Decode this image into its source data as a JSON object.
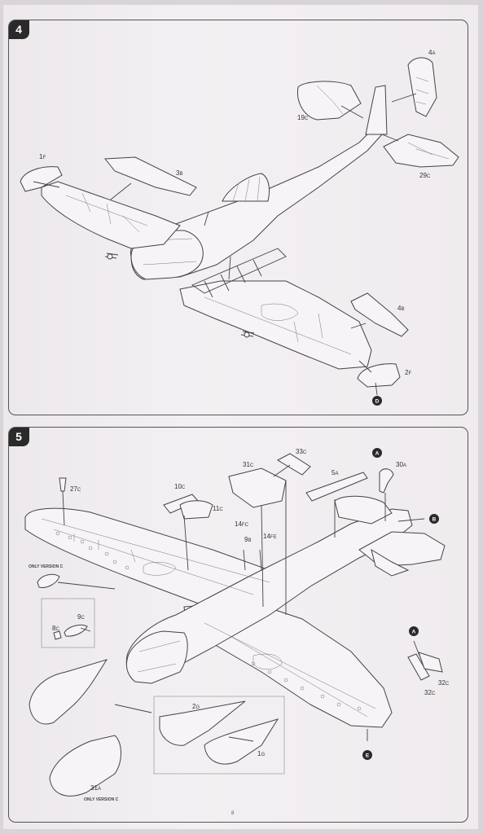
{
  "steps": [
    {
      "number": "4"
    },
    {
      "number": "5"
    }
  ],
  "step4": {
    "labels": [
      {
        "num": "1",
        "sub": "F"
      },
      {
        "num": "3",
        "sub": "B"
      },
      {
        "num": "19",
        "sub": "C"
      },
      {
        "num": "4",
        "sub": "A"
      },
      {
        "num": "29",
        "sub": "C"
      },
      {
        "num": "4",
        "sub": "B"
      },
      {
        "num": "2",
        "sub": "F"
      }
    ],
    "markers": [
      "D"
    ]
  },
  "step5": {
    "labels": [
      {
        "num": "27",
        "sub": "C"
      },
      {
        "num": "10",
        "sub": "C"
      },
      {
        "num": "11",
        "sub": "C"
      },
      {
        "num": "31",
        "sub": "C"
      },
      {
        "num": "33",
        "sub": "C"
      },
      {
        "num": "5",
        "sub": "A"
      },
      {
        "num": "30",
        "sub": "A"
      },
      {
        "num": "14",
        "sub": "FC"
      },
      {
        "num": "14",
        "sub": "FE"
      },
      {
        "num": "9",
        "sub": "B"
      },
      {
        "num": "9",
        "sub": "C"
      },
      {
        "num": "8",
        "sub": "C"
      },
      {
        "num": "2",
        "sub": "G"
      },
      {
        "num": "1",
        "sub": "G"
      },
      {
        "num": "31",
        "sub": "A"
      },
      {
        "num": "32",
        "sub": "C"
      },
      {
        "num": "32",
        "sub": "C"
      }
    ],
    "markers": [
      "A",
      "B",
      "A",
      "E"
    ],
    "notes": {
      "only_version_c_1": "ONLY VERSION C",
      "only_version_c_2": "ONLY VERSION C"
    }
  },
  "footer": {
    "page": "8"
  }
}
